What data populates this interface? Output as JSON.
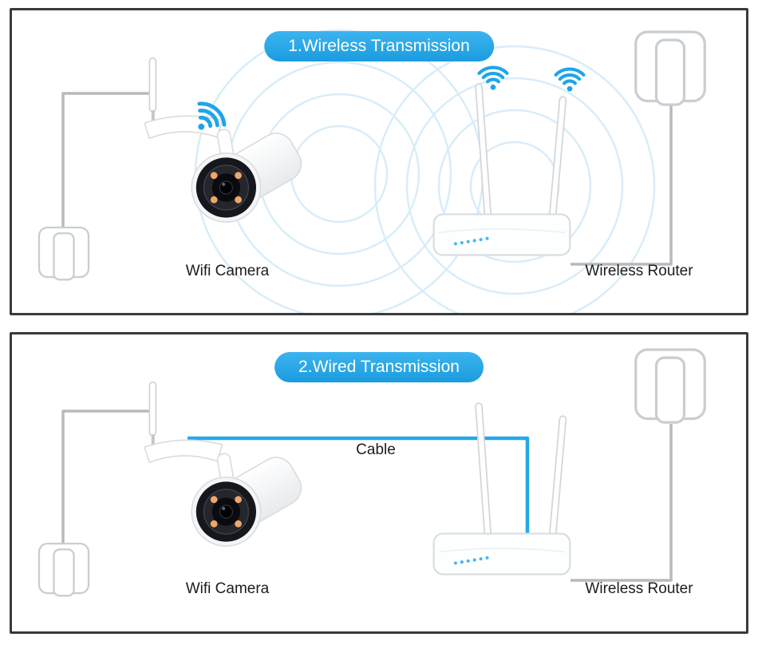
{
  "page": {
    "background": "#ffffff"
  },
  "colors": {
    "accent_blue": "#1ea5e9",
    "pill_blue": "#29abe9",
    "panel_border": "#3a3a3a",
    "cord_gray": "#b6babe",
    "ripple_blue": "#d8edf8",
    "cable_blue": "#28a7e8",
    "camera_led_orange": "#efa768",
    "router_led_blue": "#45b7ef"
  },
  "icons": {
    "wifi_signal": "wifi-arcs",
    "camera": "bullet-wifi-camera",
    "router": "two-antenna-router",
    "outlet": "wall-power-outlet",
    "cable": "ethernet-cable-line",
    "ripples": "signal-ripple-circles"
  },
  "panels": [
    {
      "id": "wireless-transmission",
      "title": "1.Wireless Transmission",
      "camera_label": "Wifi Camera",
      "router_label": "Wireless Router",
      "connection_type": "wireless"
    },
    {
      "id": "wired-transmission",
      "title": "2.Wired Transmission",
      "cable_label": "Cable",
      "camera_label": "Wifi Camera",
      "router_label": "Wireless Router",
      "connection_type": "wired"
    }
  ]
}
